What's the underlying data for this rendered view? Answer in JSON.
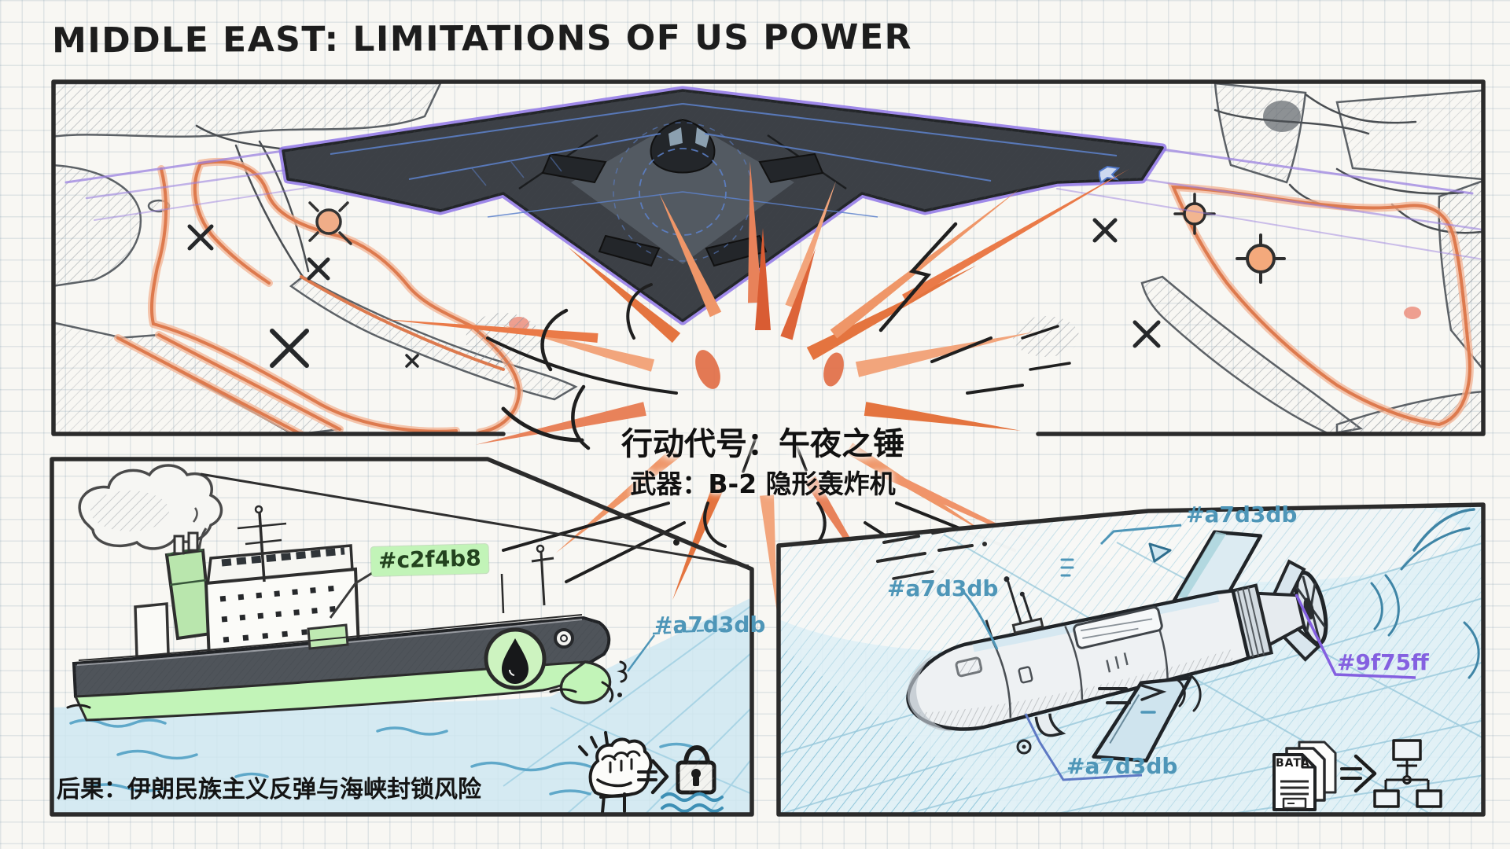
{
  "title": "MIDDLE EAST: LIMITATIONS OF US POWER",
  "top_panel": {
    "operation_label": "行动代号：午夜之锤",
    "weapon_label": "武器：B-2 隐形轰炸机"
  },
  "left_panel": {
    "consequence_label": "后果：伊朗民族主义反弹与海峡封锁风险",
    "hull_color_label": "#c2f4b8",
    "water_color_label": "#a7d3db"
  },
  "right_panel": {
    "body_color_label_top": "#a7d3db",
    "body_color_label_left": "#a7d3db",
    "body_color_label_bottom": "#a7d3db",
    "accent_color_label": "#9f75ff",
    "doc_stack_label": "BATA"
  },
  "colors": {
    "hull_green": "#c2f4b8",
    "water_blue": "#a7d3db",
    "accent_purple": "#9f75ff",
    "map_orange": "#dd7a4e",
    "ink": "#2b2b2b"
  }
}
